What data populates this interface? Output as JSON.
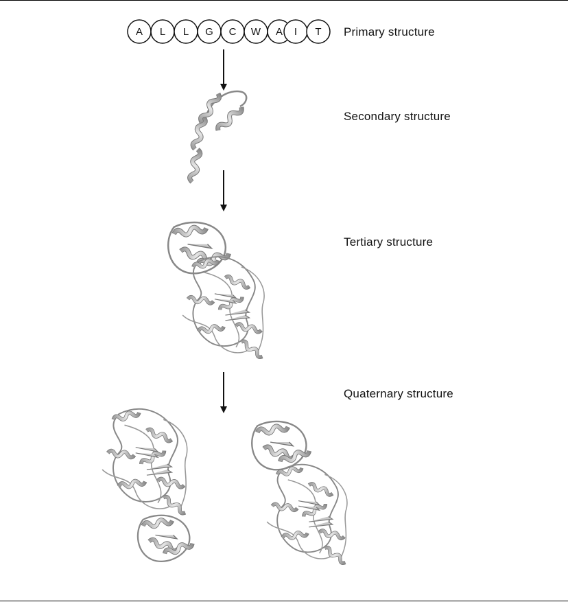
{
  "primary_sequence": [
    "A",
    "L",
    "L",
    "G",
    "C",
    "W",
    "A",
    "I",
    "T"
  ],
  "levels": {
    "primary": "Primary structure",
    "secondary": "Secondary structure",
    "tertiary": "Tertiary structure",
    "quaternary": "Quaternary structure"
  },
  "colors": {
    "ribbon_fill": "#cfcfcf",
    "ribbon_shade": "#8a8a8a",
    "ink": "#111111"
  }
}
